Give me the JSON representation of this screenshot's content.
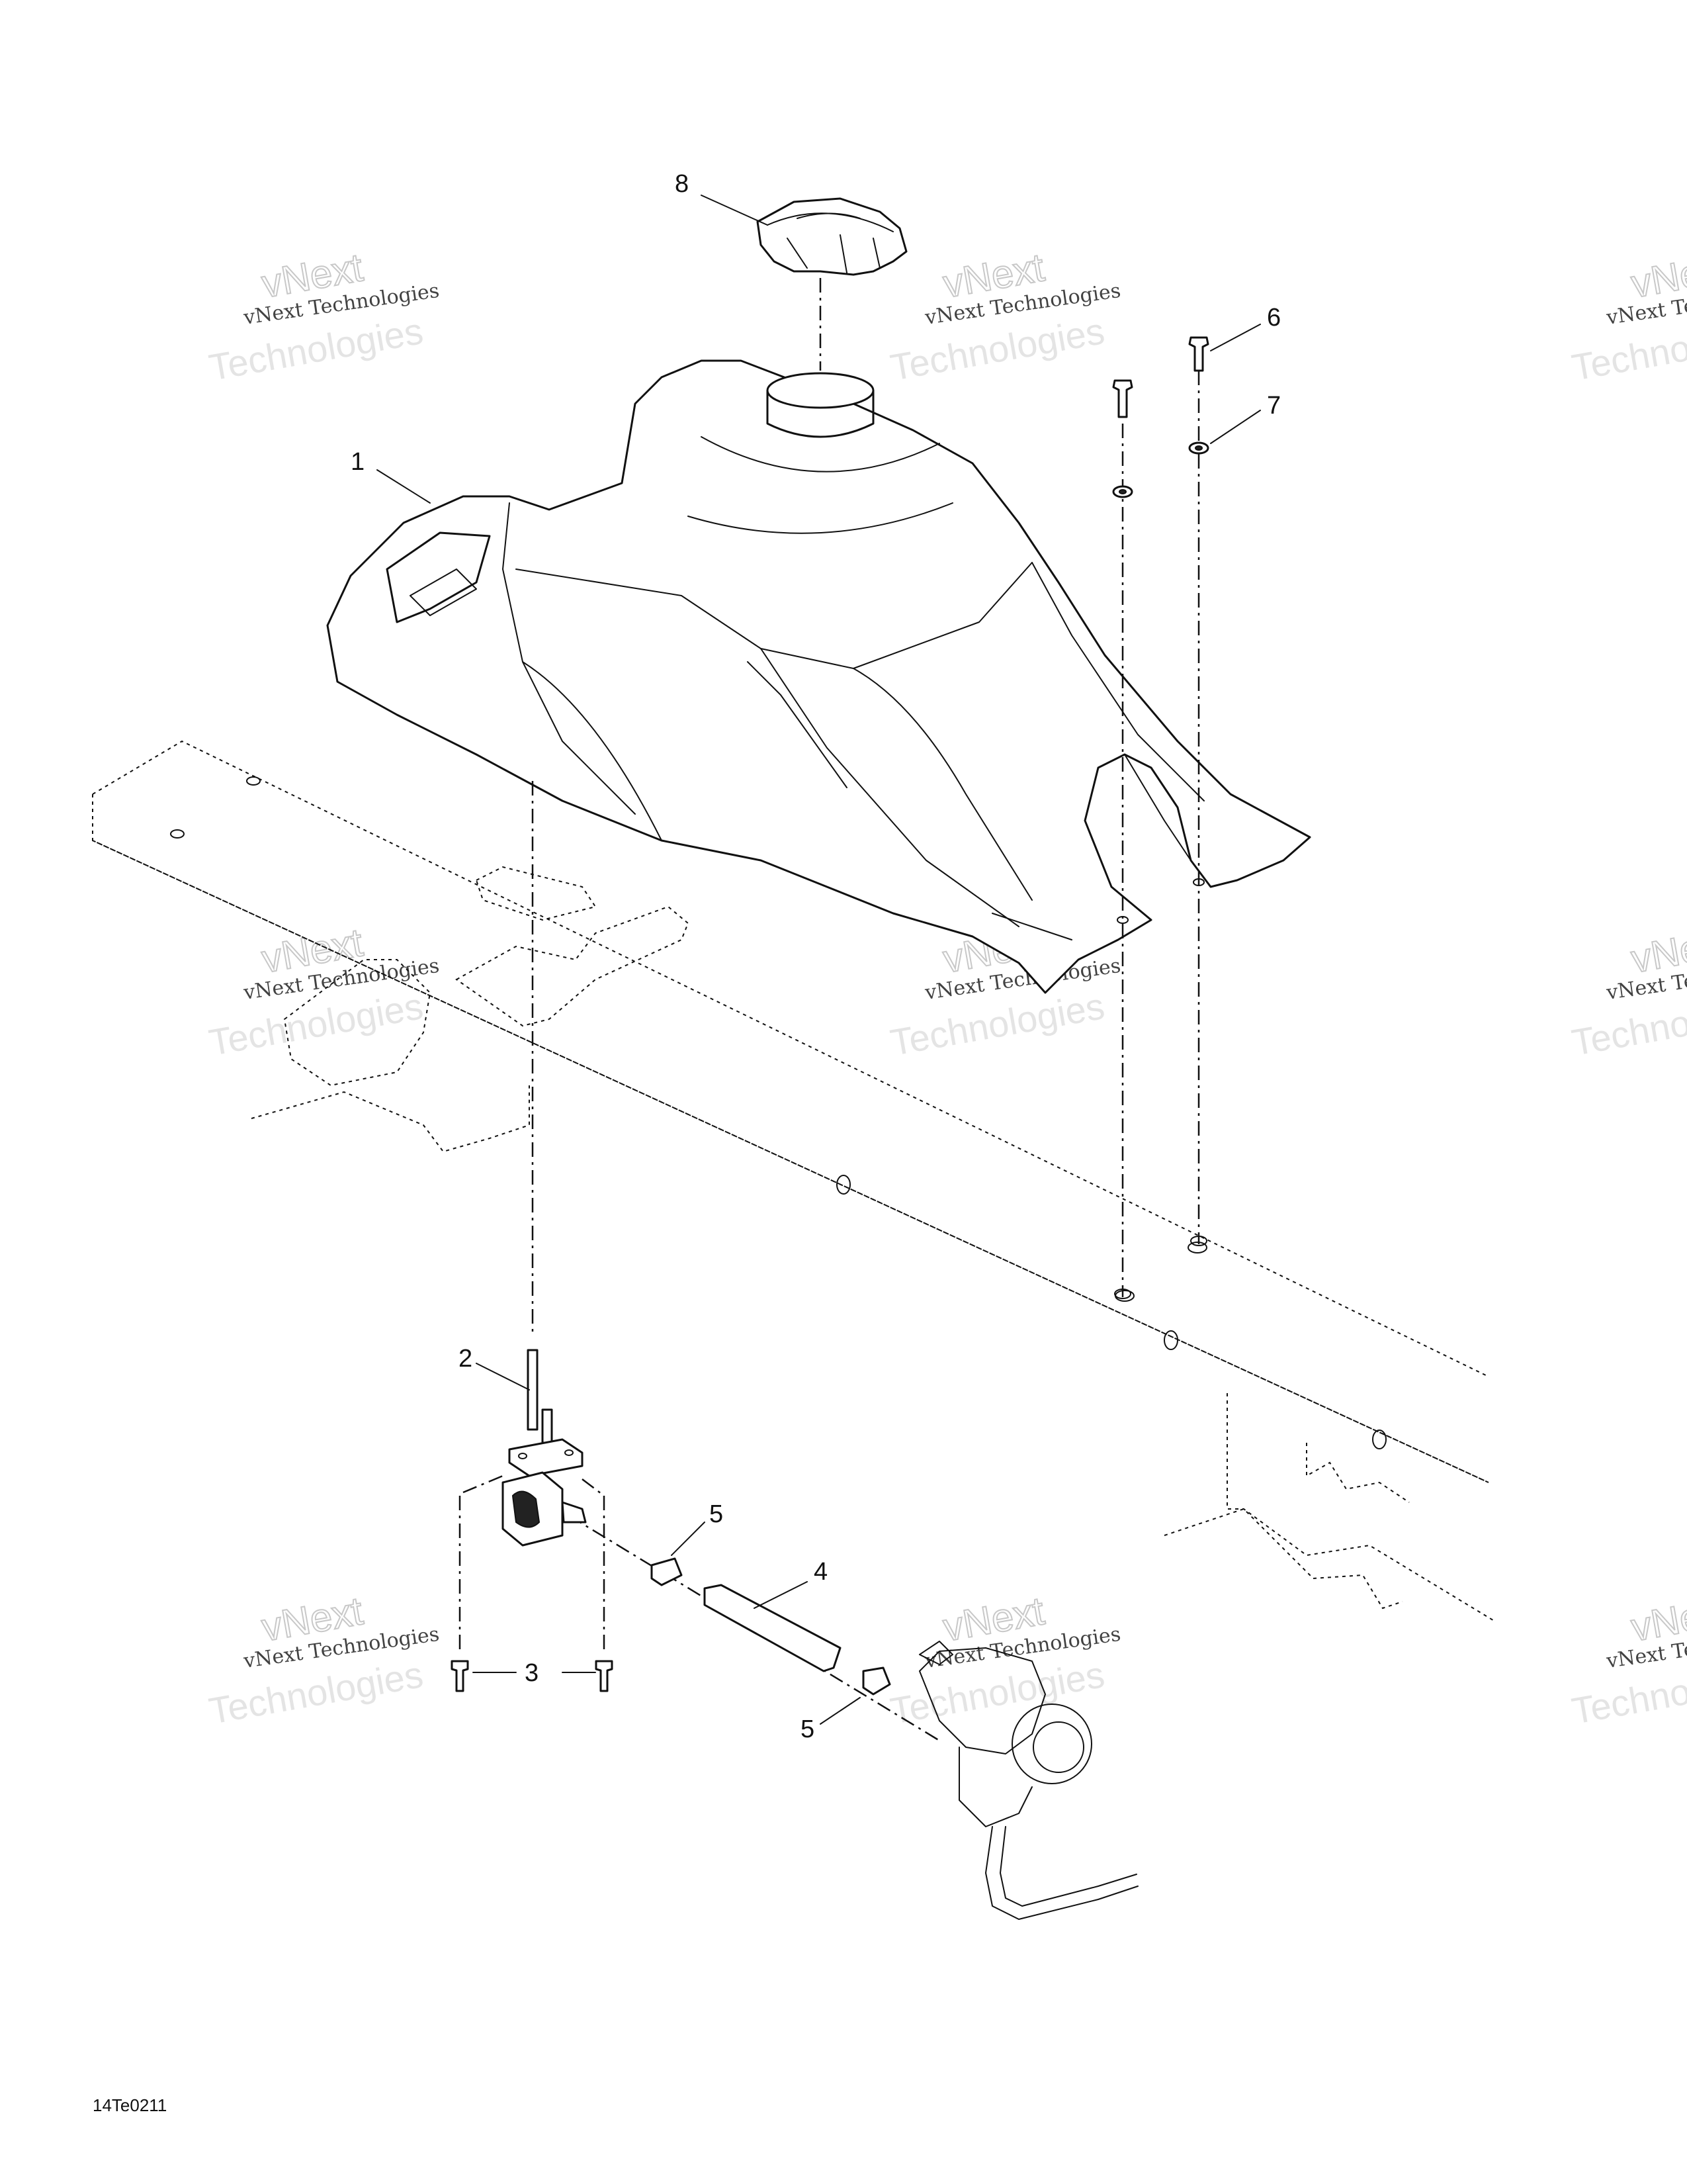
{
  "callouts": [
    {
      "id": "1",
      "label": "1"
    },
    {
      "id": "2",
      "label": "2"
    },
    {
      "id": "3",
      "label": "3"
    },
    {
      "id": "4",
      "label": "4"
    },
    {
      "id": "5a",
      "label": "5"
    },
    {
      "id": "5b",
      "label": "5"
    },
    {
      "id": "6",
      "label": "6"
    },
    {
      "id": "7",
      "label": "7"
    },
    {
      "id": "8",
      "label": "8"
    }
  ],
  "watermark": {
    "line1": "vNext",
    "line2": "vNext Technologies",
    "line3": "Technologies"
  },
  "drawing_code": "14Te0211"
}
